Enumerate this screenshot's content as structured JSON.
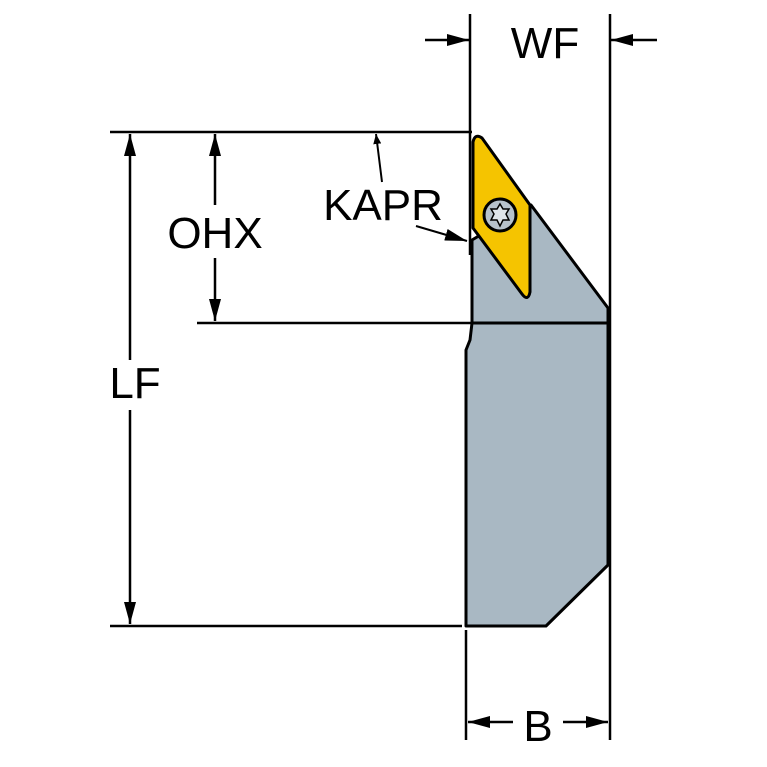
{
  "labels": {
    "wf": "WF",
    "kapr": "KAPR",
    "ohx": "OHX",
    "lf": "LF",
    "b": "B"
  },
  "colors": {
    "holder": "#a9b8c3",
    "insert": "#f5c400",
    "line": "#000000"
  }
}
